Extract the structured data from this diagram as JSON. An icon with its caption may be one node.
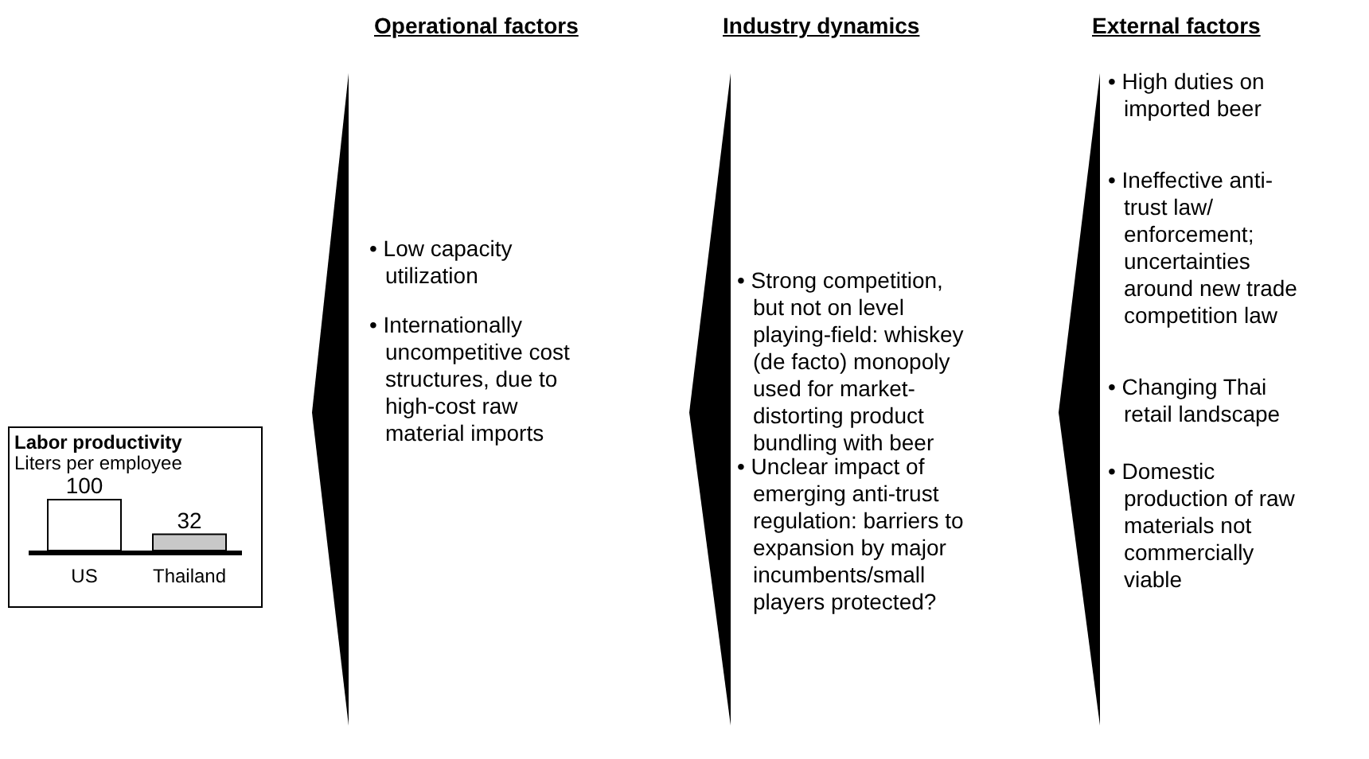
{
  "diagram": {
    "nodes": [
      {
        "text": [
          "Labor productivity",
          "Liters per employee"
        ]
      },
      {
        "text": [],
        "shape": "wedge"
      },
      {
        "text": [],
        "shape": "wedge"
      },
      {
        "text": [],
        "shape": "wedge"
      }
    ],
    "labels": [
      "Operational factors",
      "Industry dynamics",
      "External factors",
      "• Low capacity utilization",
      "• Internationally uncompetitive cost structures, due to high-cost raw material imports",
      "• Strong competition, but not on level playing-field: whiskey (de facto) monopoly used for market-distorting product bundling with beer",
      "• Unclear impact of emerging anti-trust regulation: barriers to expansion by major incumbents/small players protected?",
      "• High duties on imported beer",
      "• Ineffective anti-trust law/ enforcement; uncertainties around new trade competition law",
      "• Changing Thai retail landscape",
      "• Domestic production of raw materials not commercially viable"
    ],
    "chart_data": {
      "type": "bar",
      "categories": [
        "US",
        "Thailand"
      ],
      "values": [
        100,
        32
      ],
      "data_labels": true
    }
  }
}
